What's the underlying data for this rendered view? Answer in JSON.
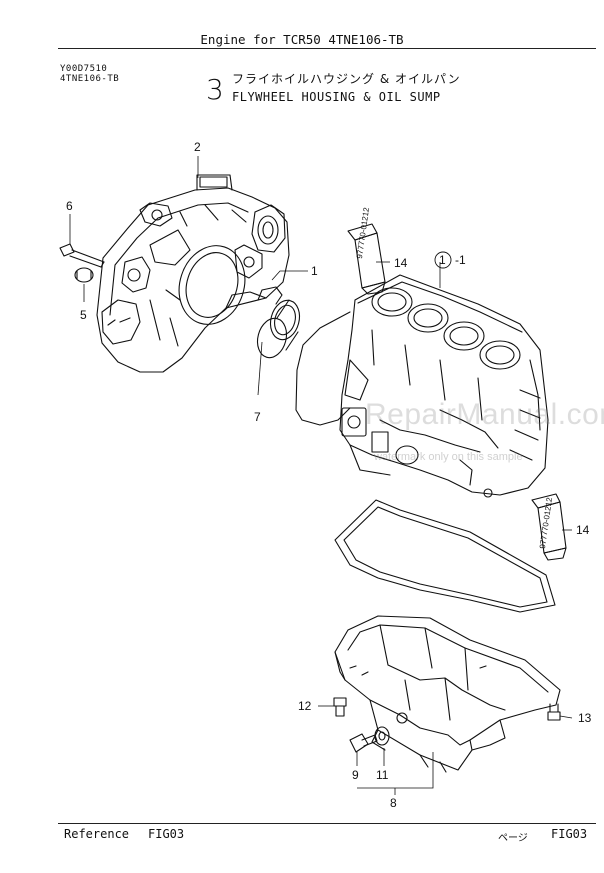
{
  "header": {
    "title": "Engine for TCR50  4TNE106-TB",
    "model_code": "Y00D7510",
    "engine_code": "4TNE106-TB"
  },
  "figure": {
    "number": "3",
    "title_jp": "フライホイルハウジング  &  オイルパン",
    "title_en": "FLYWHEEL HOUSING & OIL SUMP"
  },
  "callouts": {
    "c1": "1",
    "c1b": "1",
    "c1b_suffix": "-1",
    "c2": "2",
    "c5": "5",
    "c6": "6",
    "c7": "7",
    "c8": "8",
    "c9": "9",
    "c11": "11",
    "c12": "12",
    "c13": "13",
    "c14a": "14",
    "c14b": "14"
  },
  "tube_label": "977770-01212",
  "watermark": {
    "main": "RepairManual.com",
    "sub": "watermark only on this sample"
  },
  "footer": {
    "reference_label": "Reference",
    "reference_value": "FIG03",
    "page_label": "ページ",
    "page_value": "FIG03"
  }
}
